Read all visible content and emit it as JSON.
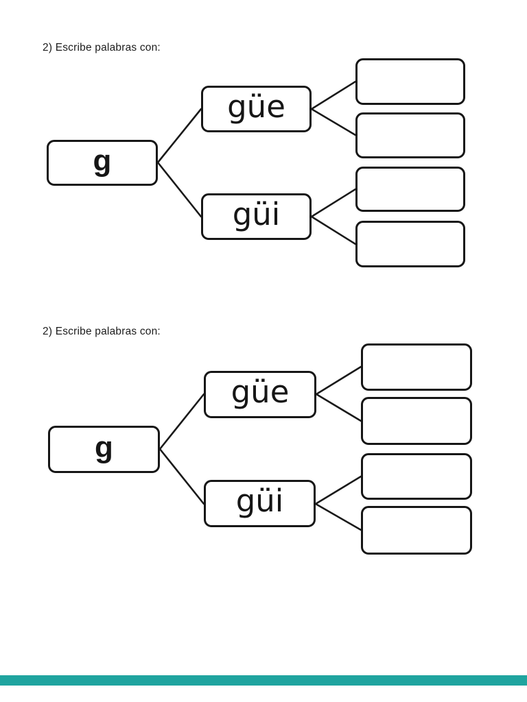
{
  "page": {
    "background_color": "#ffffff",
    "divider_bar_color": "#1fa49f",
    "line_color": "#1a1a1a"
  },
  "worksheets": [
    {
      "heading": "2) Escribe palabras con:",
      "root_label": "g",
      "branches": [
        {
          "label": "güe",
          "answer_slots": 2
        },
        {
          "label": "güi",
          "answer_slots": 2
        }
      ]
    },
    {
      "heading": "2) Escribe palabras con:",
      "root_label": "g",
      "branches": [
        {
          "label": "güe",
          "answer_slots": 2
        },
        {
          "label": "güi",
          "answer_slots": 2
        }
      ]
    }
  ]
}
